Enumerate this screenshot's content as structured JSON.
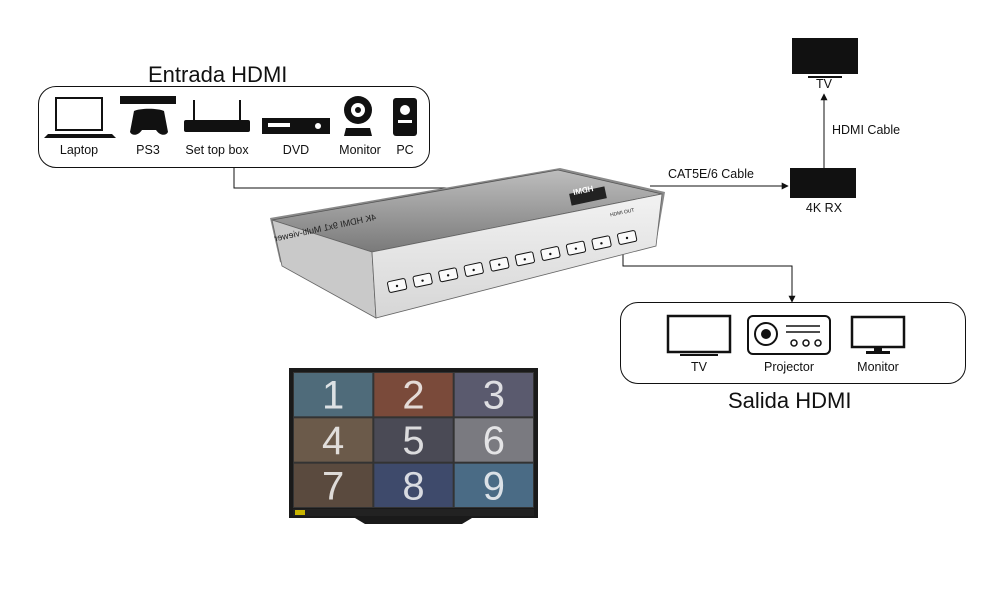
{
  "input_panel": {
    "title": "Entrada HDMI",
    "devices": [
      {
        "label": "Laptop",
        "icon": "laptop-icon"
      },
      {
        "label": "PS3",
        "icon": "game-console-icon"
      },
      {
        "label": "Set top box",
        "icon": "router-box-icon"
      },
      {
        "label": "DVD",
        "icon": "dvd-player-icon"
      },
      {
        "label": "Monitor",
        "icon": "webcam-icon"
      },
      {
        "label": "PC",
        "icon": "pc-tower-icon"
      }
    ]
  },
  "output_panel": {
    "title": "Salida HDMI",
    "devices": [
      {
        "label": "TV",
        "icon": "tv-icon"
      },
      {
        "label": "Projector",
        "icon": "projector-icon"
      },
      {
        "label": "Monitor",
        "icon": "monitor-icon"
      }
    ]
  },
  "extender": {
    "cable_label": "CAT5E/6 Cable",
    "receiver_label": "4K RX",
    "hdmi_cable_label": "HDMI Cable",
    "remote_tv_label": "TV"
  },
  "device": {
    "name": "4K HDMI 9x1 Multi-viewer",
    "logo": "HDMI",
    "port_label": "HDMI OUT",
    "button_count": 10
  },
  "multiview_screen": {
    "tiles": [
      "1",
      "2",
      "3",
      "4",
      "5",
      "6",
      "7",
      "8",
      "9"
    ]
  },
  "colors": {
    "line": "#111111",
    "device_body": "#e9e9e9",
    "device_dark": "#3a3a3a"
  }
}
